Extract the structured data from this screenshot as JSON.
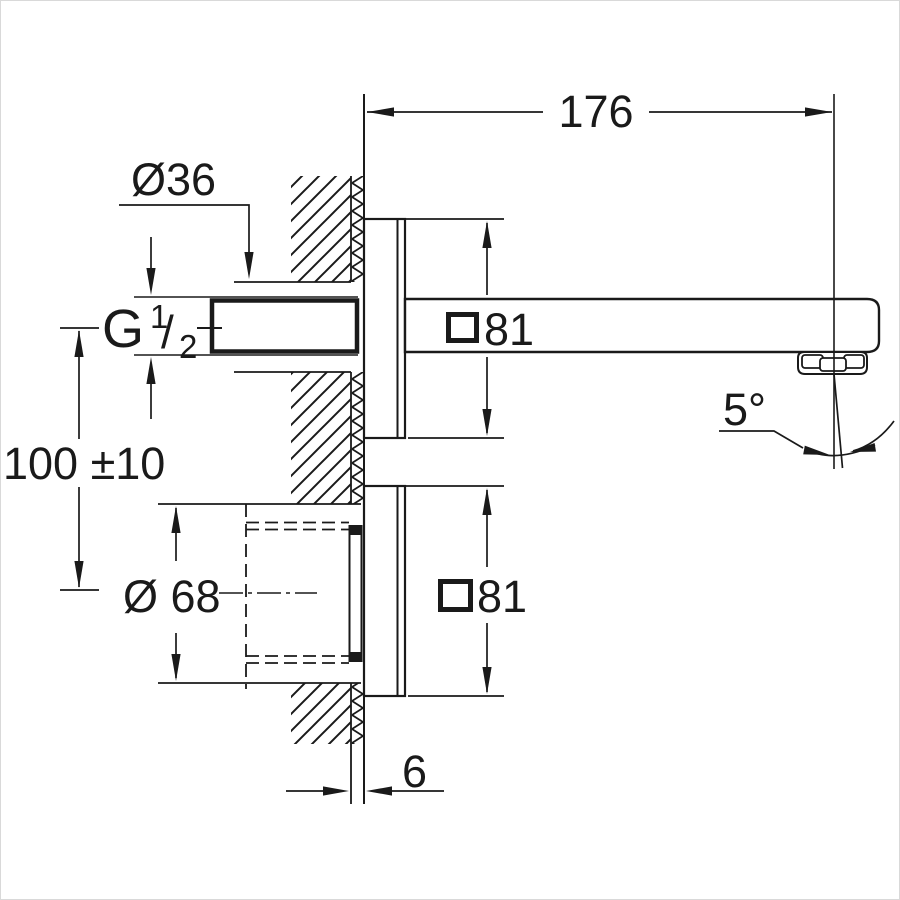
{
  "drawing": {
    "description": "Wall-mounted faucet spout installation dimension drawing (side section view)",
    "labels": {
      "projection": "176",
      "hole_diameter": "Ø36",
      "thread_letter": "G",
      "thread_numerator": "1",
      "thread_slash": "/",
      "thread_denominator": "2",
      "spout_plate_side": "81",
      "valve_plate_side": "81",
      "spray_angle": "5°",
      "center_distance": "100 ±10",
      "body_diameter": "Ø 68",
      "finish_thickness": "6"
    },
    "symbols": {
      "square_symbol": "□ (square section indicator)",
      "diameter_symbol": "Ø"
    },
    "colors": {
      "line": "#1a1a1a",
      "background": "#ffffff"
    }
  }
}
